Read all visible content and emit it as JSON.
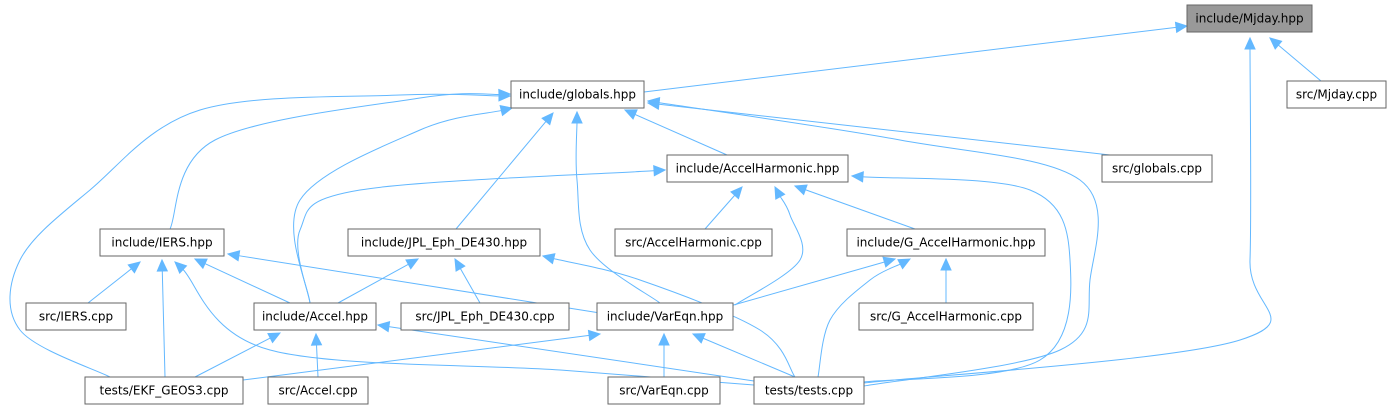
{
  "nodes": {
    "mjday_hpp": "include/Mjday.hpp",
    "globals_hpp": "include/globals.hpp",
    "mjday_cpp": "src/Mjday.cpp",
    "accelharmonic_hpp": "include/AccelHarmonic.hpp",
    "globals_cpp": "src/globals.cpp",
    "iers_hpp": "include/IERS.hpp",
    "jpl_hpp": "include/JPL_Eph_DE430.hpp",
    "accelharmonic_cpp": "src/AccelHarmonic.cpp",
    "g_accelharmonic_hpp": "include/G_AccelHarmonic.hpp",
    "iers_cpp": "src/IERS.cpp",
    "accel_hpp": "include/Accel.hpp",
    "jpl_cpp": "src/JPL_Eph_DE430.cpp",
    "vareqn_hpp": "include/VarEqn.hpp",
    "g_accelharmonic_cpp": "src/G_AccelHarmonic.cpp",
    "ekf_cpp": "tests/EKF_GEOS3.cpp",
    "accel_cpp": "src/Accel.cpp",
    "vareqn_cpp": "src/VarEqn.cpp",
    "tests_cpp": "tests/tests.cpp"
  },
  "root_node": "mjday_hpp",
  "edges": [
    [
      "globals_hpp",
      "mjday_hpp"
    ],
    [
      "mjday_cpp",
      "mjday_hpp"
    ],
    [
      "tests_cpp",
      "mjday_hpp"
    ],
    [
      "accelharmonic_hpp",
      "globals_hpp"
    ],
    [
      "globals_cpp",
      "globals_hpp"
    ],
    [
      "iers_hpp",
      "globals_hpp"
    ],
    [
      "jpl_hpp",
      "globals_hpp"
    ],
    [
      "accel_hpp",
      "globals_hpp"
    ],
    [
      "vareqn_hpp",
      "globals_hpp"
    ],
    [
      "ekf_cpp",
      "globals_hpp"
    ],
    [
      "tests_cpp",
      "globals_hpp"
    ],
    [
      "accelharmonic_cpp",
      "accelharmonic_hpp"
    ],
    [
      "g_accelharmonic_hpp",
      "accelharmonic_hpp"
    ],
    [
      "vareqn_hpp",
      "accelharmonic_hpp"
    ],
    [
      "accel_hpp",
      "accelharmonic_hpp"
    ],
    [
      "tests_cpp",
      "accelharmonic_hpp"
    ],
    [
      "iers_cpp",
      "iers_hpp"
    ],
    [
      "accel_hpp",
      "iers_hpp"
    ],
    [
      "ekf_cpp",
      "iers_hpp"
    ],
    [
      "vareqn_hpp",
      "iers_hpp"
    ],
    [
      "tests_cpp",
      "iers_hpp"
    ],
    [
      "accel_hpp",
      "jpl_hpp"
    ],
    [
      "jpl_cpp",
      "jpl_hpp"
    ],
    [
      "tests_cpp",
      "jpl_hpp"
    ],
    [
      "g_accelharmonic_cpp",
      "g_accelharmonic_hpp"
    ],
    [
      "vareqn_hpp",
      "g_accelharmonic_hpp"
    ],
    [
      "tests_cpp",
      "g_accelharmonic_hpp"
    ],
    [
      "ekf_cpp",
      "accel_hpp"
    ],
    [
      "accel_cpp",
      "accel_hpp"
    ],
    [
      "tests_cpp",
      "accel_hpp"
    ],
    [
      "ekf_cpp",
      "vareqn_hpp"
    ],
    [
      "vareqn_cpp",
      "vareqn_hpp"
    ],
    [
      "tests_cpp",
      "vareqn_hpp"
    ]
  ],
  "colors": {
    "edge": "#63b8ff",
    "node_border": "#666666",
    "node_fill": "#ffffff",
    "root_fill": "#999999"
  }
}
